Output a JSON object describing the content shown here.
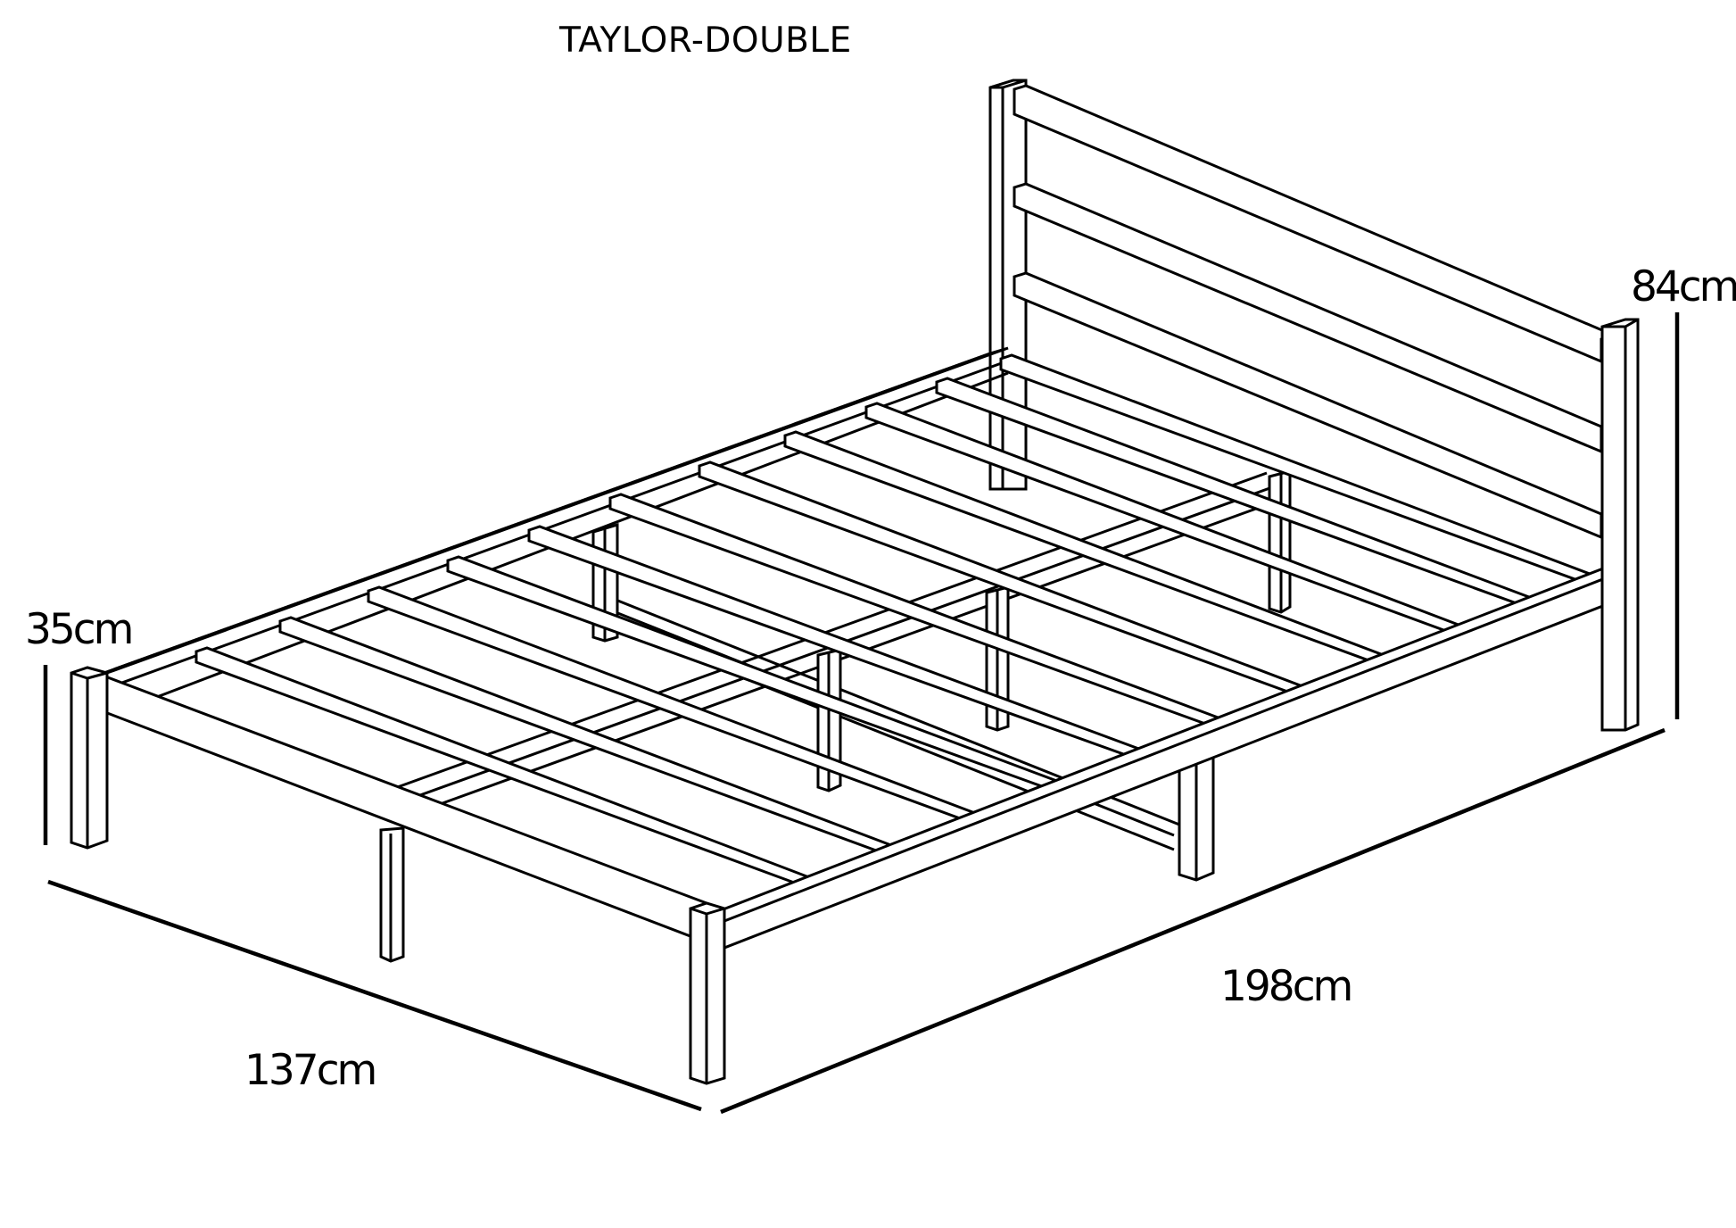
{
  "diagram": {
    "title": "TAYLOR-DOUBLE",
    "subject": "bed frame line drawing",
    "line_color": "#000000",
    "background_color": "#ffffff",
    "dimensions": {
      "headboard_height": "84cm",
      "frame_height": "35cm",
      "length": "198cm",
      "width": "137cm"
    },
    "parts": {
      "headboard_rails": 3,
      "slats": 10,
      "legs_visible": 8
    }
  }
}
